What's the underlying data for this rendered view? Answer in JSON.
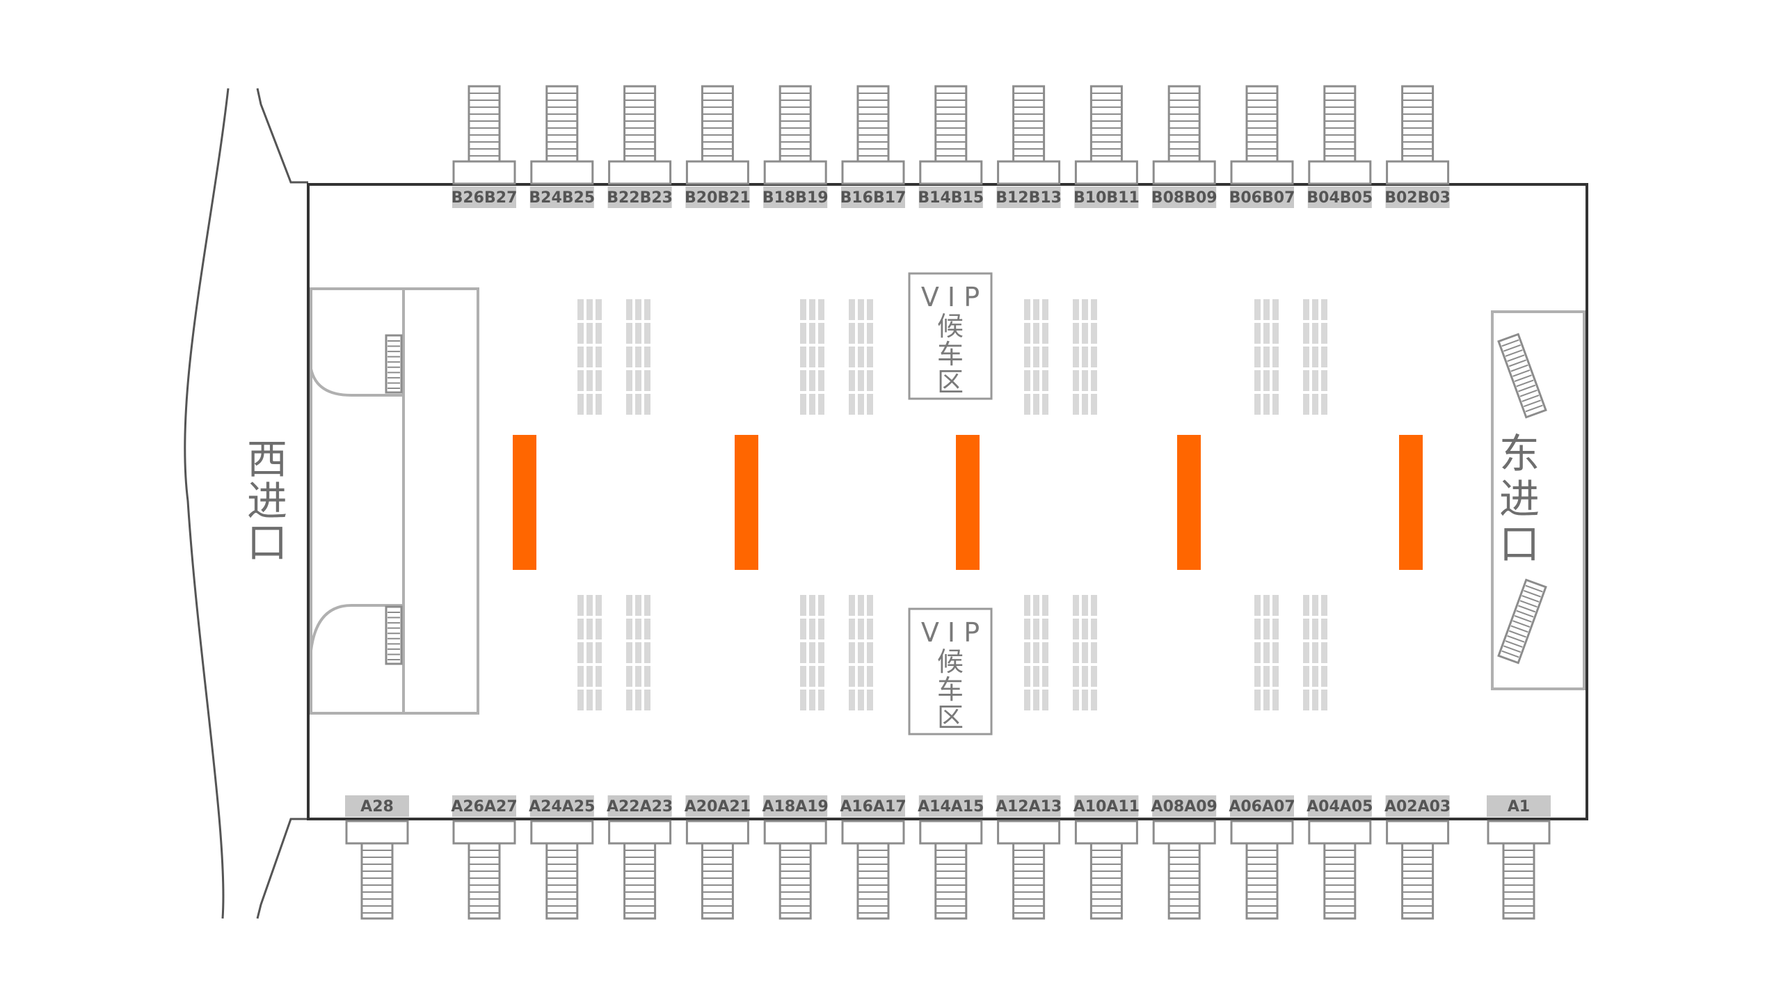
{
  "map": {
    "entrances": {
      "west": [
        "西",
        "进",
        "口"
      ],
      "east": [
        "东",
        "进",
        "口"
      ]
    },
    "vip_zones": [
      {
        "label": [
          "V I P",
          "候",
          "车",
          "区"
        ]
      },
      {
        "label": [
          "V I P",
          "候",
          "车",
          "区"
        ]
      }
    ],
    "top_gates": [
      "B26B27",
      "B24B25",
      "B22B23",
      "B20B21",
      "B18B19",
      "B16B17",
      "B14B15",
      "B12B13",
      "B10B11",
      "B08B09",
      "B06B07",
      "B04B05",
      "B02B03"
    ],
    "bottom_gates": [
      "A28",
      "A26A27",
      "A24A25",
      "A22A23",
      "A20A21",
      "A18A19",
      "A16A17",
      "A14A15",
      "A12A13",
      "A10A11",
      "A08A09",
      "A06A07",
      "A04A05",
      "A02A03",
      "A1"
    ],
    "highlight_count": 5,
    "colors": {
      "highlight": "#ff6600",
      "outline": "#333333",
      "stair": "#8c8c8c",
      "label_bg": "#c8c8c8",
      "seat": "#d8d8d8"
    }
  }
}
